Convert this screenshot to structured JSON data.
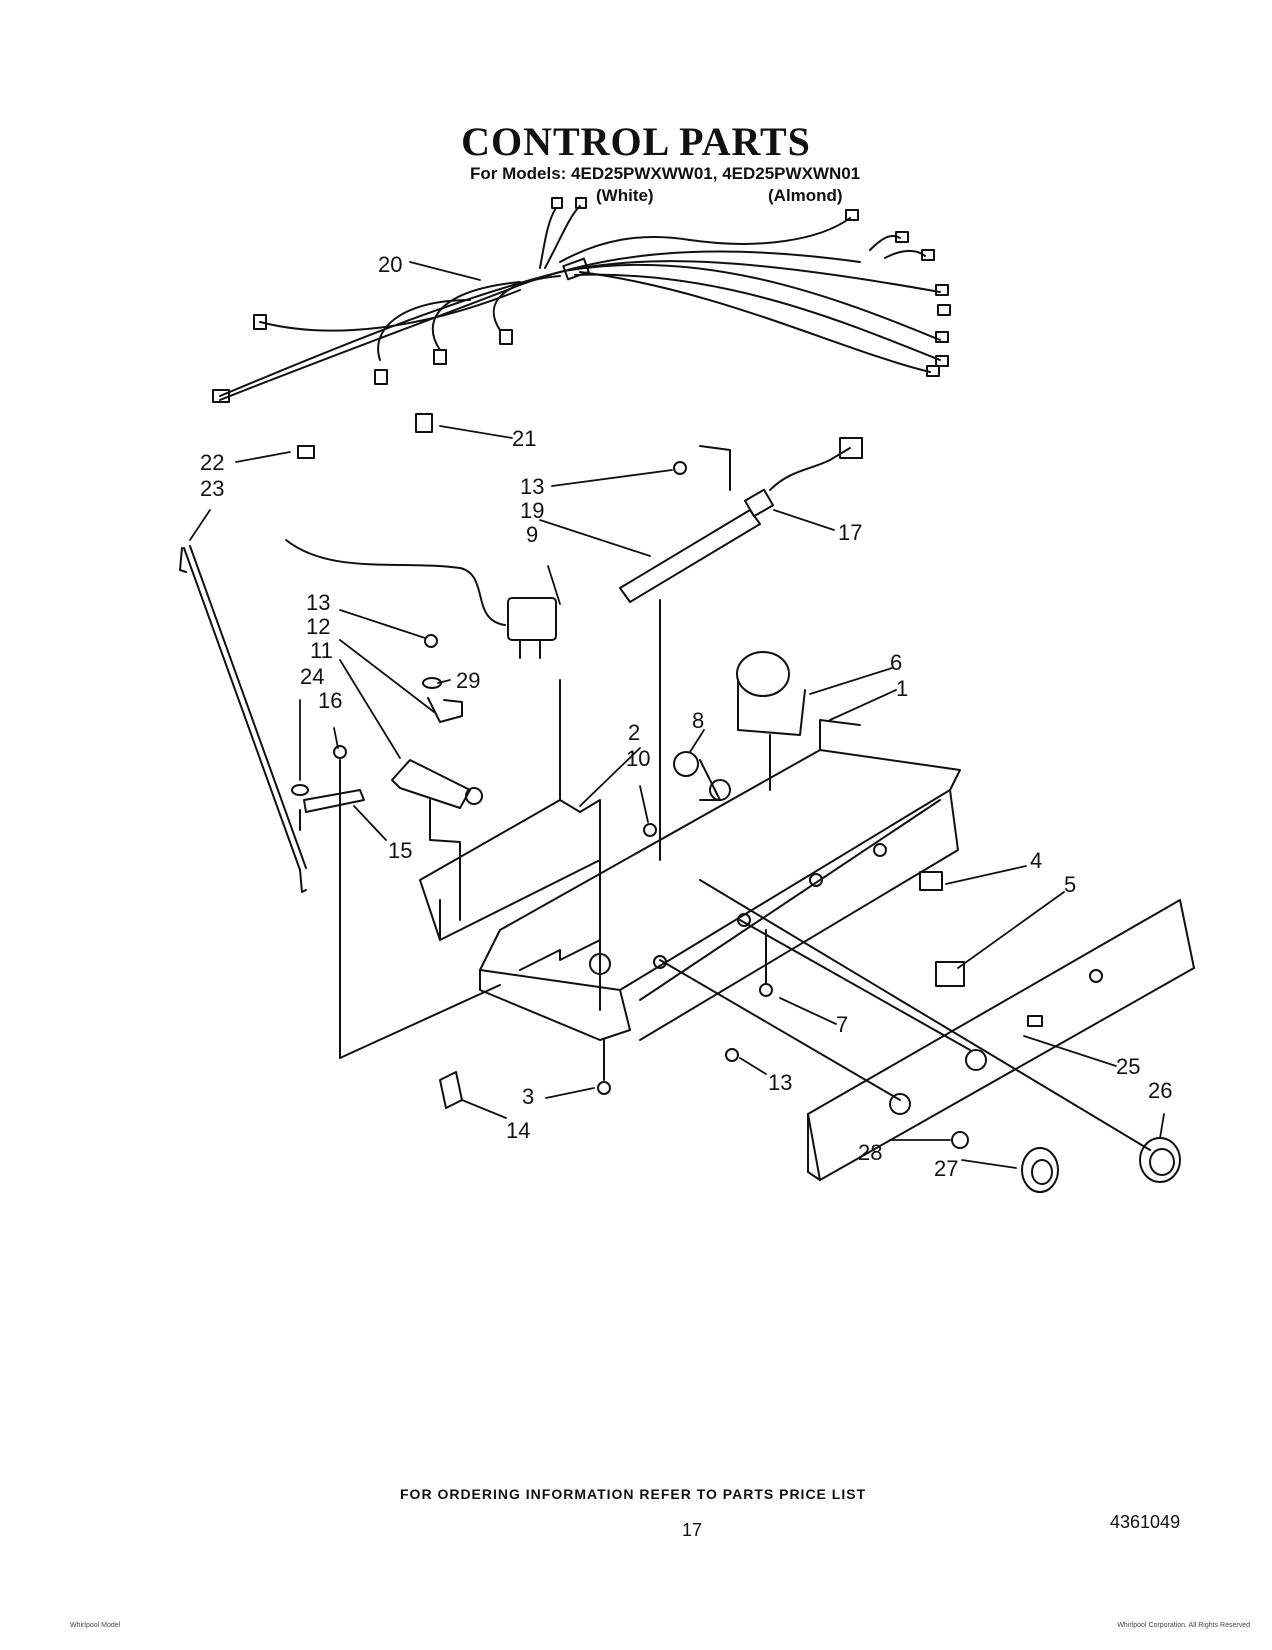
{
  "header": {
    "title": "CONTROL PARTS",
    "models_line": "For Models: 4ED25PWXWW01, 4ED25PWXWN01",
    "variant_white": "(White)",
    "variant_almond": "(Almond)"
  },
  "callouts": [
    "1",
    "2",
    "3",
    "4",
    "5",
    "6",
    "7",
    "8",
    "9",
    "10",
    "11",
    "12",
    "13",
    "14",
    "15",
    "16",
    "17",
    "19",
    "20",
    "21",
    "22",
    "23",
    "24",
    "25",
    "26",
    "27",
    "28",
    "29"
  ],
  "footer": {
    "ordering_note": "FOR ORDERING INFORMATION REFER TO PARTS PRICE LIST",
    "page_number": "17",
    "document_number": "4361049",
    "fine_print_left": "Whirlpool Model",
    "copyright": "Whirlpool Corporation. All Rights Reserved"
  }
}
